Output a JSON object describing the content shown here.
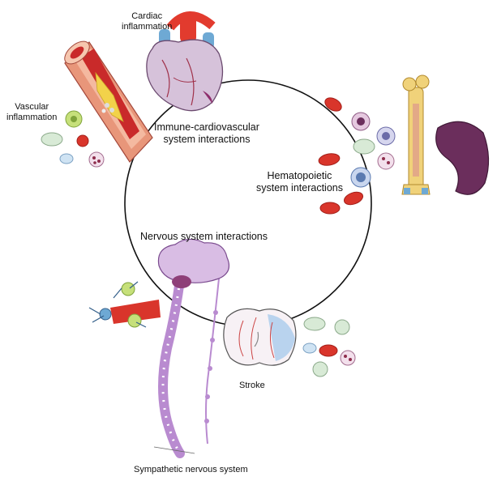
{
  "labels": {
    "cardiac": [
      "Cardiac",
      "inflammation"
    ],
    "vascular": [
      "Vascular",
      "inflammation"
    ],
    "immune": [
      "Immune-cardiovascular",
      "system interactions"
    ],
    "hematopoietic": [
      "Hematopoietic",
      "system interactions"
    ],
    "nervous": "Nervous system interactions",
    "stroke": "Stroke",
    "sympathetic": "Sympathetic nervous system"
  },
  "colors": {
    "rbc": "#d9352b",
    "artery_wall": "#e8967a",
    "plaque": "#f2d24a",
    "heart": "#c9b4cf",
    "brain": "#c9a6d6",
    "spine": "#b98bd0",
    "spleen": "#6b2e5c",
    "bone": "#f0d27a",
    "monocyte": "#cfe4cf",
    "neutrophil": "#ead7e6",
    "lymphocyte": "#c9d6ee"
  }
}
